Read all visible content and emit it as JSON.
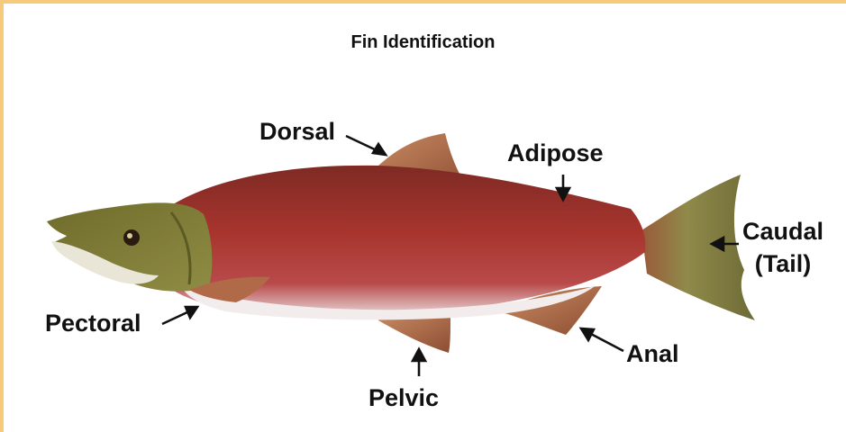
{
  "title": "Fin Identification",
  "labels": {
    "dorsal": "Dorsal",
    "adipose": "Adipose",
    "caudal_line1": "Caudal",
    "caudal_line2": "(Tail)",
    "pectoral": "Pectoral",
    "pelvic": "Pelvic",
    "anal": "Anal"
  },
  "colors": {
    "border": "#f7c97a",
    "body_red": "#a8352e",
    "belly": "#f4eeee",
    "head_olive": "#7d7a34",
    "fin": "#b07048",
    "tail": "#8f8a4a",
    "text": "#111111"
  },
  "icons": [
    "fish-illustration",
    "arrow-icon"
  ]
}
